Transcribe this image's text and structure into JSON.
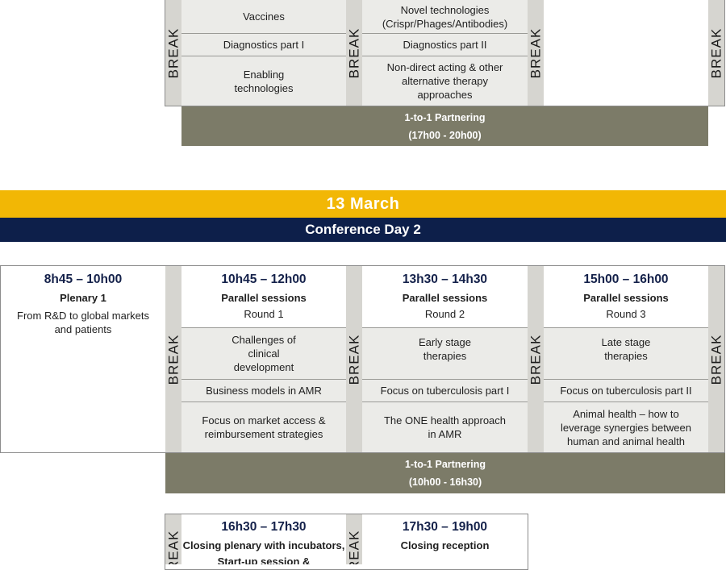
{
  "colors": {
    "accent_yellow": "#f2b705",
    "navy": "#0d1f4a",
    "olive": "#7c7b68",
    "cell_grey": "#ebebe8",
    "break_grey": "#d6d5d0"
  },
  "break_label": "BREAK",
  "day1_top": {
    "col1": [
      "Vaccines",
      "Diagnostics part I",
      "Enabling technologies"
    ],
    "col2": [
      "Novel technologies (Crispr/Phages/Antibodies)",
      "Diagnostics part II",
      "Non-direct acting & other alternative therapy approaches"
    ],
    "partnering": {
      "title": "1-to-1 Partnering",
      "time": "(17h00 - 20h00)"
    }
  },
  "day2": {
    "date": "13 March",
    "title": "Conference Day 2",
    "plenary": {
      "time": "8h45 – 10h00",
      "name": "Plenary 1",
      "desc": "From R&D to global markets and patients"
    },
    "sessions": [
      {
        "time": "10h45 – 12h00",
        "name": "Parallel sessions",
        "round": "Round 1",
        "topics": [
          "Challenges of clinical development",
          "Business models in AMR",
          "Focus on market access & reimbursement strategies"
        ]
      },
      {
        "time": "13h30 – 14h30",
        "name": "Parallel sessions",
        "round": "Round 2",
        "topics": [
          "Early stage therapies",
          "Focus on tuberculosis part I",
          "The ONE health approach in AMR"
        ]
      },
      {
        "time": "15h00 – 16h00",
        "name": "Parallel sessions",
        "round": "Round 3",
        "topics": [
          "Late stage therapies",
          "Focus on tuberculosis part II",
          "Animal health – how to leverage synergies between human and animal health"
        ]
      }
    ],
    "partnering": {
      "title": "1-to-1 Partnering",
      "time": "(10h00 - 16h30)"
    },
    "closing": {
      "time": "16h30 – 17h30",
      "name": "Closing plenary with incubators,",
      "name2": "Start-up session &"
    },
    "reception": {
      "time": "17h30 – 19h00",
      "name": "Closing reception"
    }
  }
}
